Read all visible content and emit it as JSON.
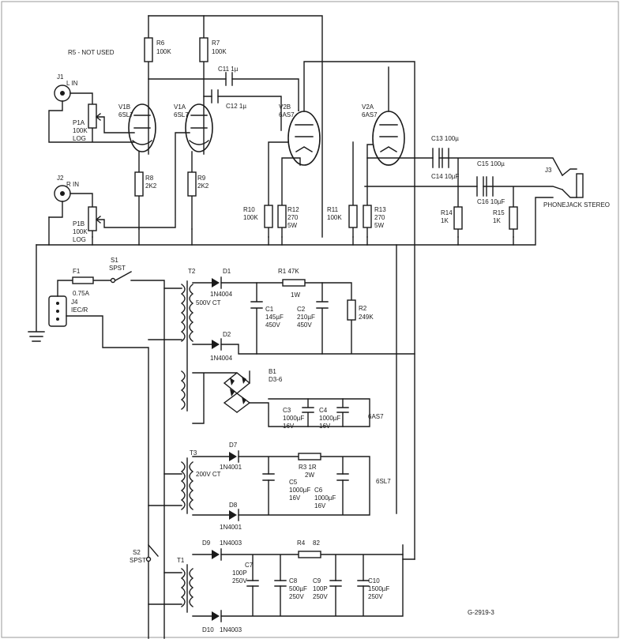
{
  "note": "R5 - NOT USED",
  "drawing_id": "G-2919-3",
  "labels": {
    "j1": "J1",
    "j1b": "L IN",
    "j2": "J2",
    "j2b": "R IN",
    "p1a": "P1A",
    "p1a_v": "100K",
    "p1a_t": "LOG",
    "p1b": "P1B",
    "p1b_v": "100K",
    "p1b_t": "LOG",
    "r6": "R6",
    "r6_v": "100K",
    "r7": "R7",
    "r7_v": "100K",
    "v1b": "V1B",
    "v1b_t": "6SL7",
    "v1a": "V1A",
    "v1a_t": "6SL7",
    "v2b": "V2B",
    "v2b_t": "6AS7",
    "v2a": "V2A",
    "v2a_t": "6AS7",
    "c11": "C11 1µ",
    "c12": "C12 1µ",
    "r8": "R8",
    "r8_v": "2K2",
    "r9": "R9",
    "r9_v": "2K2",
    "r10": "R10",
    "r10_v": "100K",
    "r12": "R12",
    "r12_v": "270",
    "r12_w": "5W",
    "r11": "R11",
    "r11_v": "100K",
    "r13": "R13",
    "r13_v": "270",
    "r13_w": "5W",
    "c13": "C13 100µ",
    "c14": "C14 10µF",
    "c15": "C15 100µ",
    "c16": "C16 10µF",
    "r14": "R14",
    "r14_v": "1K",
    "r15": "R15",
    "r15_v": "1K",
    "jack": "J3",
    "jack_t": "PHONEJACK STEREO",
    "f1": "F1",
    "f1_v": "0.75A",
    "j4": "J4",
    "iec": "IEC/R",
    "s1": "S1",
    "s1_t": "SPST",
    "t2": "T2",
    "t2_ct": "500V CT",
    "d1": "D1",
    "d1_t": "1N4004",
    "d2": "D2",
    "d2_t": "1N4004",
    "r1": "R1  47K",
    "r1_w": "1W",
    "c1": "C1",
    "c1_v": "145µF",
    "c1_w": "450V",
    "c2": "C2",
    "c2_v": "210µF",
    "c2_w": "450V",
    "r2": "R2",
    "r2_v": "249K",
    "b1": "B1",
    "b1_t": "D3-6",
    "c3": "C3",
    "c3_v": "1000µF",
    "c3_w": "16V",
    "c4": "C4",
    "c4_v": "1000µF",
    "c4_w": "16V",
    "heater1": "6AS7",
    "t3": "T3",
    "t3_ct": "200V CT",
    "d7": "D7",
    "d7_t": "1N4001",
    "d8": "D8",
    "d8_t": "1N4001",
    "r3": "R3  1R",
    "r3_w": "2W",
    "c5": "C5",
    "c5_v": "1000µF",
    "c5_w": "16V",
    "c6": "C6",
    "c6_v": "1000µF",
    "c6_w": "16V",
    "heater2": "6SL7",
    "s2": "S2",
    "s2_t": "SPST",
    "t1": "T1",
    "d9": "D9",
    "d9_t": "1N4003",
    "d10": "D10",
    "d10_t": "1N4003",
    "r4": "R4",
    "r4_v": "82",
    "c7": "C7",
    "c7_v": "100P",
    "c7_w": "250V",
    "c8": "C8",
    "c8_v": "500µF",
    "c8_w": "250V",
    "c9": "C9",
    "c9_v": "100P",
    "c9_w": "250V",
    "c10": "C10",
    "c10_v": "1500µF",
    "c10_w": "250V"
  }
}
